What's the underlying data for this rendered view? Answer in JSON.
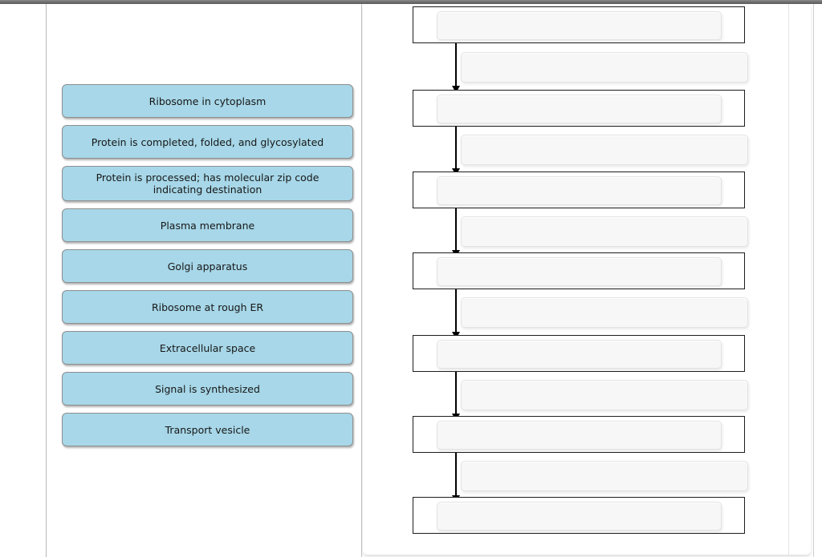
{
  "page": {
    "title": "Protein secretion pathway sequencing activity",
    "type": "drag-and-drop-ordering-exercise"
  },
  "colors": {
    "drag_item_fill": "#a7d7e8",
    "drag_item_border": "#8f8f8f",
    "stage_box_border": "#1d1d1d",
    "slot_fill": "#f7f7f7",
    "slot_border": "#e3e3e3",
    "arrow": "#000000",
    "top_bar": "#6f6f6f"
  },
  "left_panel": {
    "name": "draggable-terms-bank",
    "items": [
      {
        "id": "item-1",
        "label": "Ribosome in cytoplasm"
      },
      {
        "id": "item-2",
        "label": "Protein is completed, folded, and glycosylated"
      },
      {
        "id": "item-3",
        "label": "Protein is processed; has molecular zip code indicating destination"
      },
      {
        "id": "item-4",
        "label": "Plasma membrane"
      },
      {
        "id": "item-5",
        "label": "Golgi apparatus"
      },
      {
        "id": "item-6",
        "label": "Ribosome at rough ER"
      },
      {
        "id": "item-7",
        "label": "Extracellular space"
      },
      {
        "id": "item-8",
        "label": "Signal is synthesized"
      },
      {
        "id": "item-9",
        "label": "Transport vesicle"
      }
    ]
  },
  "right_panel": {
    "name": "flowchart-drop-targets",
    "stage_slots": [
      {
        "id": "stage-1",
        "value": "",
        "placeholder": ""
      },
      {
        "id": "stage-2",
        "value": "",
        "placeholder": ""
      },
      {
        "id": "stage-3",
        "value": "",
        "placeholder": ""
      },
      {
        "id": "stage-4",
        "value": "",
        "placeholder": ""
      },
      {
        "id": "stage-5",
        "value": "",
        "placeholder": ""
      },
      {
        "id": "stage-6",
        "value": "",
        "placeholder": ""
      },
      {
        "id": "stage-7",
        "value": "",
        "placeholder": ""
      }
    ],
    "detail_slots": [
      {
        "id": "detail-1",
        "value": "",
        "placeholder": ""
      },
      {
        "id": "detail-2",
        "value": "",
        "placeholder": ""
      },
      {
        "id": "detail-3",
        "value": "",
        "placeholder": ""
      },
      {
        "id": "detail-4",
        "value": "",
        "placeholder": ""
      },
      {
        "id": "detail-5",
        "value": "",
        "placeholder": ""
      },
      {
        "id": "detail-6",
        "value": "",
        "placeholder": ""
      }
    ],
    "arrow_count": 6
  }
}
